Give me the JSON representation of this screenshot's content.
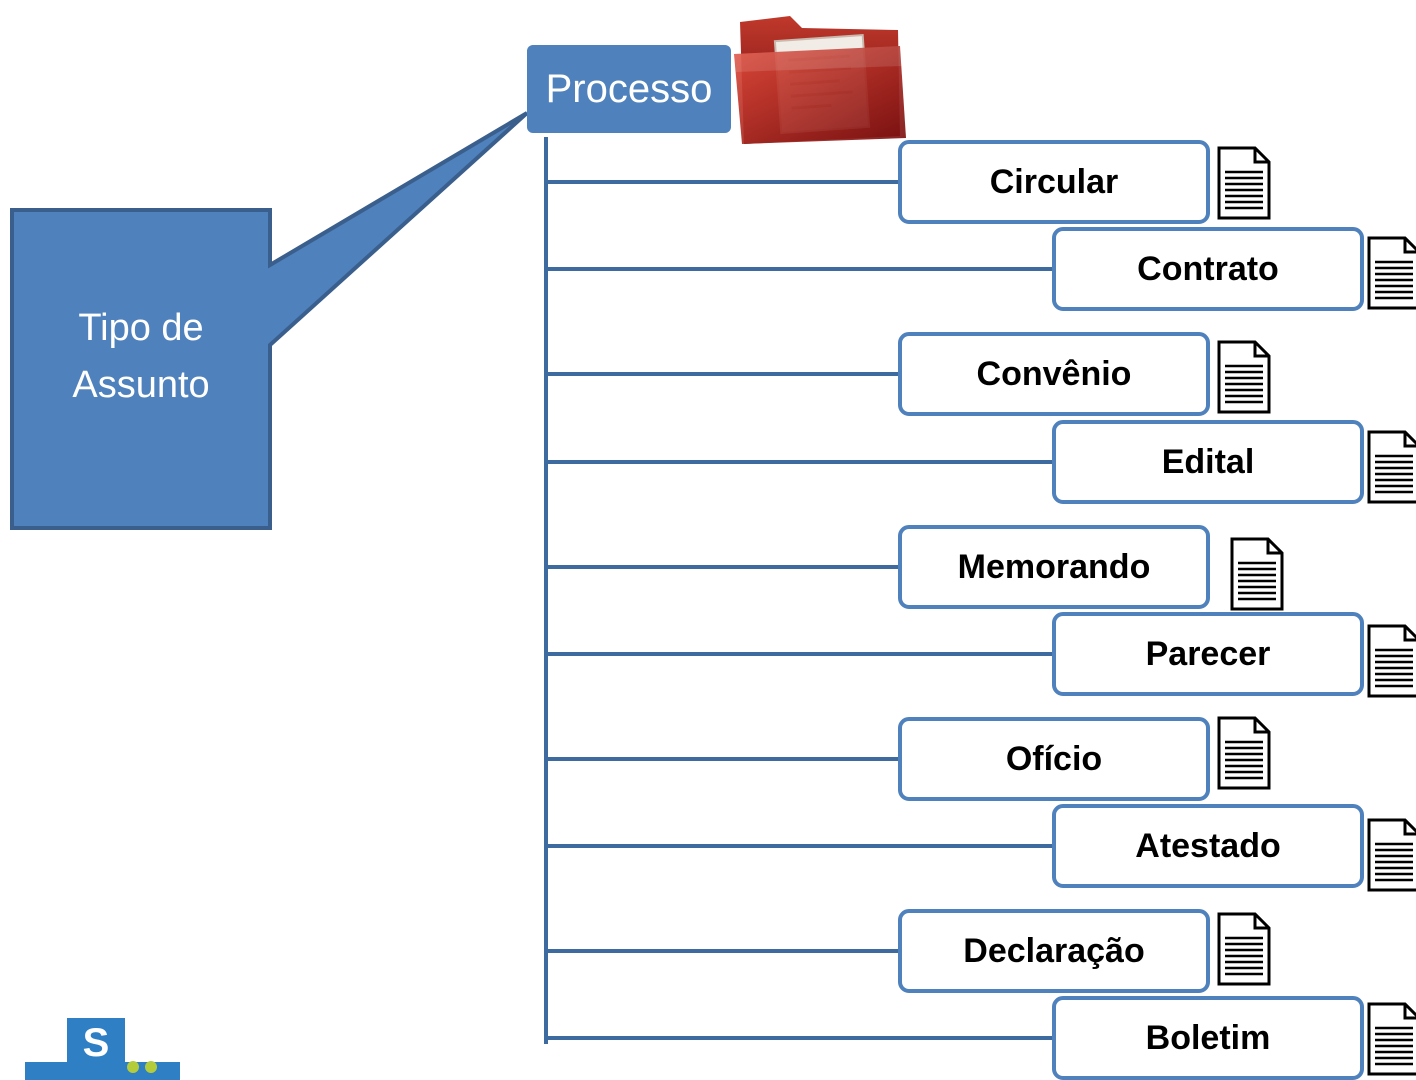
{
  "diagram": {
    "root": {
      "label": "Processo",
      "icon": "red-folder-icon"
    },
    "callout": {
      "label_line1": "Tipo de",
      "label_line2": "Assunto"
    },
    "children": [
      {
        "label": "Circular",
        "icon": "document-icon"
      },
      {
        "label": "Contrato",
        "icon": "document-icon"
      },
      {
        "label": "Convênio",
        "icon": "document-icon"
      },
      {
        "label": "Edital",
        "icon": "document-icon"
      },
      {
        "label": "Memorando",
        "icon": "document-icon"
      },
      {
        "label": "Parecer",
        "icon": "document-icon"
      },
      {
        "label": "Ofício",
        "icon": "document-icon"
      },
      {
        "label": "Atestado",
        "icon": "document-icon"
      },
      {
        "label": "Declaração",
        "icon": "document-icon"
      },
      {
        "label": "Boletim",
        "icon": "document-icon"
      }
    ],
    "logo": {
      "letter": "S"
    },
    "colors": {
      "primary_blue": "#4f81bd",
      "callout_border": "#3a5f8c",
      "folder_red": "#8b1a1a",
      "logo_blue": "#2e7fc4",
      "logo_dots": "#b5cc3a"
    }
  }
}
